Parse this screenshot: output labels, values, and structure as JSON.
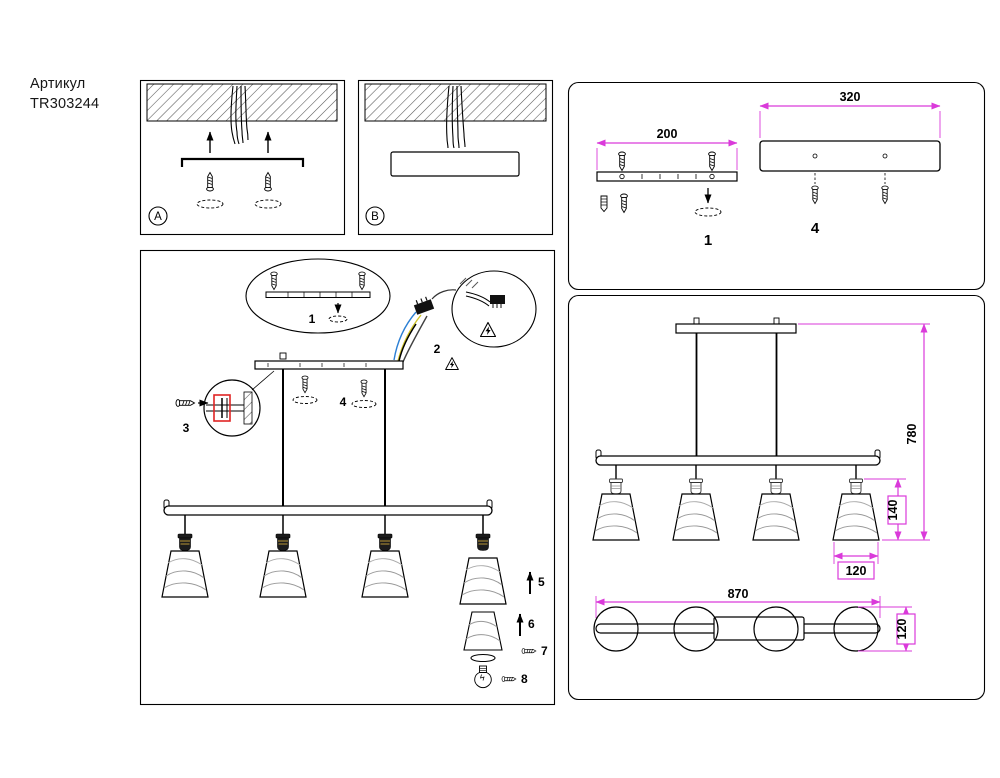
{
  "article": {
    "label": "Артикул",
    "number": "TR303244"
  },
  "panel_a": {
    "label": "A"
  },
  "panel_b": {
    "label": "B"
  },
  "hardware_panel": {
    "bracket_width_mm": "200",
    "bracket_qty": "1",
    "canopy_width_mm": "320",
    "screw_qty": "4"
  },
  "assembly_panel": {
    "detail_bracket_label": "1",
    "wiring_step": "2",
    "clamp_step": "3",
    "screw_step": "4",
    "shade_step": "5",
    "glass_step": "6",
    "ring_step": "7",
    "bulb_step": "8"
  },
  "dimension_panel": {
    "total_height_mm": "780",
    "shade_height_mm": "140",
    "shade_width_mm": "120",
    "total_width_mm": "870",
    "shade_diameter_mm": "120"
  },
  "colors": {
    "dimension_line": "#da3ada",
    "highlight": "#e02424",
    "wire_blue": "#2b7fd4",
    "wire_yellow": "#cfc428",
    "wire_dark": "#404040"
  }
}
